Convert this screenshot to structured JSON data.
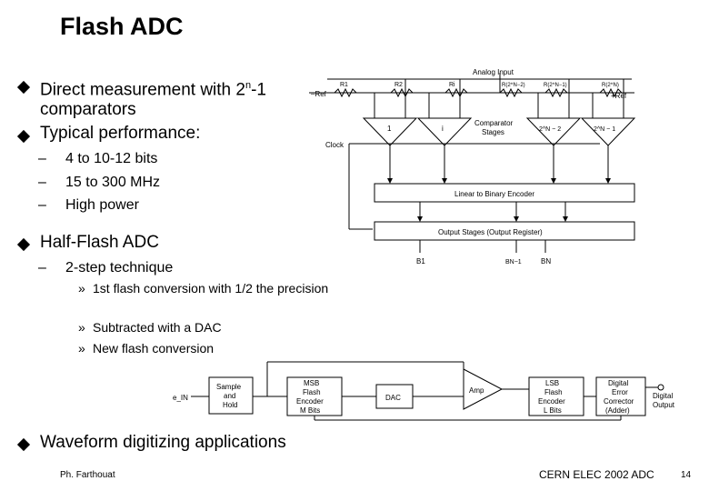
{
  "slide": {
    "title": "Flash ADC",
    "bullets": [
      {
        "text_pre": "Direct measurement with 2",
        "sup": "n",
        "text_post": "-1",
        "line2": "comparators"
      },
      {
        "text": "Typical performance:"
      },
      {
        "text": "Half-Flash ADC"
      },
      {
        "text": "Waveform digitizing applications"
      }
    ],
    "perf": [
      "4 to 10-12 bits",
      "15 to 300 MHz",
      "High power"
    ],
    "halfflash_sub": "2-step technique",
    "halfflash_steps": [
      "1st flash conversion with 1/2 the precision",
      "Subtracted with a DAC",
      "New flash conversion"
    ],
    "dash": "–",
    "chevron": "»"
  },
  "flash_diagram": {
    "analog_input": "Analog Input",
    "minus_ref": "–Ref",
    "plus_ref": "+Ref",
    "resistors": [
      "R1",
      "R2",
      "Ri",
      "R(2^N−2)",
      "R(2^N−1)",
      "R(2^N)"
    ],
    "comparator_labels": [
      "1",
      "i",
      "2^N − 2",
      "2^N − 1"
    ],
    "comparator_stages": [
      "Comparator",
      "Stages"
    ],
    "clock": "Clock",
    "encoder": "Linear to Binary Encoder",
    "output_stages": "Output Stages (Output Register)",
    "outputs": [
      "B1",
      "BN−1",
      "BN"
    ]
  },
  "halfflash_diagram": {
    "input": "e_IN",
    "sample_hold": [
      "Sample",
      "and",
      "Hold"
    ],
    "msb": [
      "MSB",
      "Flash",
      "Encoder",
      "M Bits"
    ],
    "dac": "DAC",
    "amp": "Amp",
    "lsb": [
      "LSB",
      "Flash",
      "Encoder",
      "L Bits"
    ],
    "corrector": [
      "Digital",
      "Error",
      "Corrector",
      "(Adder)"
    ],
    "output": [
      "Digital",
      "Output"
    ]
  },
  "footer": {
    "author": "Ph. Farthouat",
    "event": "CERN ELEC 2002 ADC",
    "page": "14"
  }
}
